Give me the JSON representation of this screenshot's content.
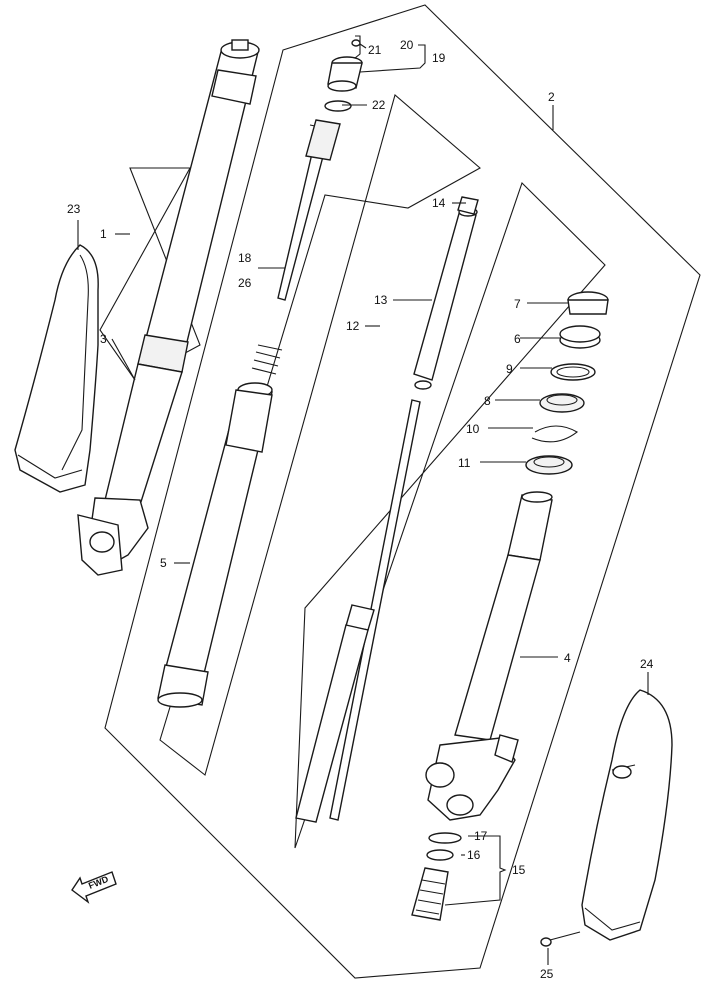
{
  "callouts": {
    "c1": "1",
    "c2": "2",
    "c3": "3",
    "c4": "4",
    "c5": "5",
    "c6": "6",
    "c7": "7",
    "c8": "8",
    "c9": "9",
    "c10": "10",
    "c11": "11",
    "c12": "12",
    "c13": "13",
    "c14": "14",
    "c15": "15",
    "c16": "16",
    "c17": "17",
    "c18": "18",
    "c19": "19",
    "c20": "20",
    "c21": "21",
    "c22": "22",
    "c23": "23",
    "c24": "24",
    "c25": "25",
    "c26": "26"
  },
  "direction_label": "FWD"
}
